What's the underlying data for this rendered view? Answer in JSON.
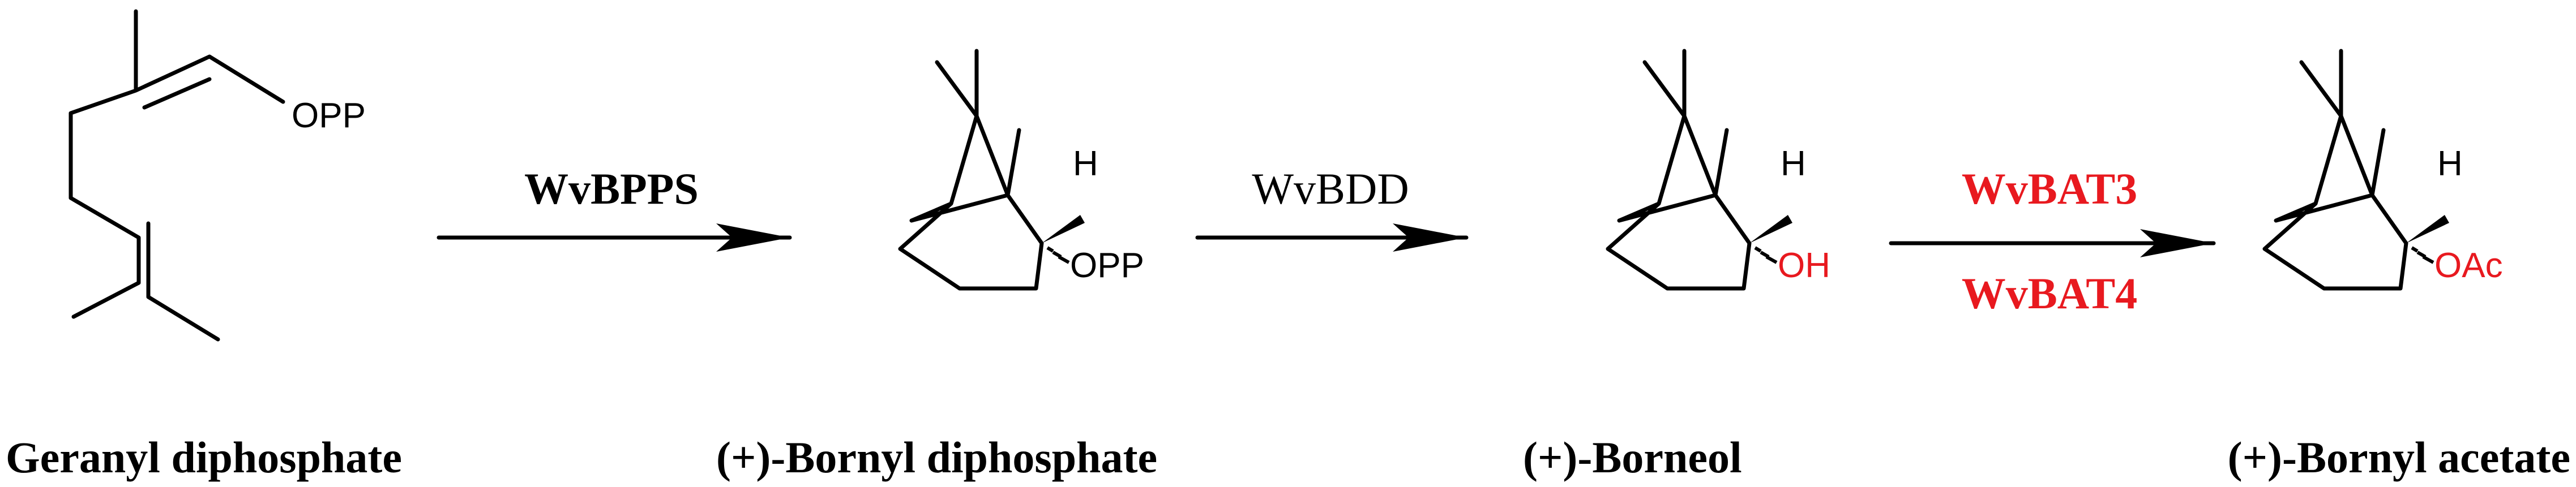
{
  "colors": {
    "black": "#000000",
    "highlight": "#e8191f"
  },
  "compounds": [
    {
      "name": "Geranyl diphosphate",
      "label": "OPP"
    },
    {
      "name": "(+)-Bornyl diphosphate",
      "label": "OPP",
      "stereo_h": "H"
    },
    {
      "name": "(+)-Borneol",
      "label": "OH",
      "stereo_h": "H"
    },
    {
      "name": "(+)-Bornyl acetate",
      "label": "OAc",
      "stereo_h": "H"
    }
  ],
  "steps": [
    {
      "enzymes": [
        "WvBPPS"
      ],
      "bold": true,
      "highlight": false
    },
    {
      "enzymes": [
        "WvBDD"
      ],
      "bold": false,
      "highlight": false
    },
    {
      "enzymes": [
        "WvBAT3",
        "WvBAT4"
      ],
      "bold": true,
      "highlight": true
    }
  ]
}
